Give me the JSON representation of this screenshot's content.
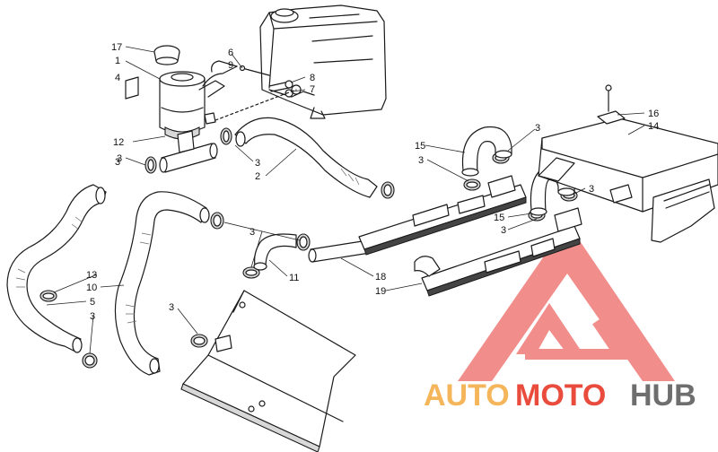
{
  "diagram": {
    "labels": [
      "17",
      "1",
      "4",
      "6",
      "9",
      "8",
      "7",
      "12",
      "3",
      "3",
      "2",
      "15",
      "3",
      "3",
      "16",
      "14",
      "3",
      "15",
      "3",
      "3",
      "3",
      "11",
      "18",
      "19",
      "13",
      "10",
      "5",
      "3",
      "3"
    ]
  },
  "watermark": {
    "part1": "AUTO",
    "part2": "MOTO",
    "part3": "HUB",
    "colors": {
      "auto": "#f5b55a",
      "moto": "#e94b3c",
      "hub": "#6e6e6e",
      "logo": "#ef6f6c"
    }
  }
}
